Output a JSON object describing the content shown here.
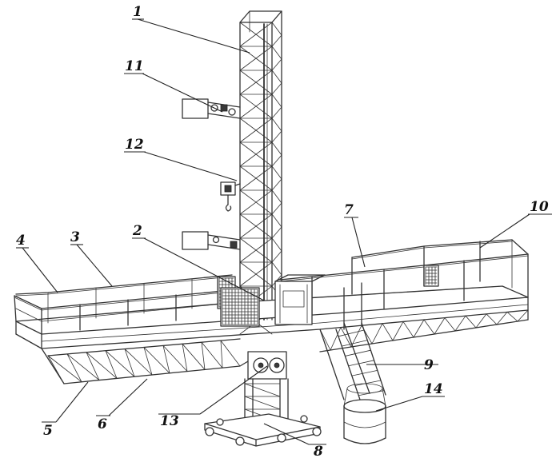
{
  "callouts": [
    {
      "id": "1",
      "label": "1"
    },
    {
      "id": "2",
      "label": "2"
    },
    {
      "id": "3",
      "label": "3"
    },
    {
      "id": "4",
      "label": "4"
    },
    {
      "id": "5",
      "label": "5"
    },
    {
      "id": "6",
      "label": "6"
    },
    {
      "id": "7",
      "label": "7"
    },
    {
      "id": "8",
      "label": "8"
    },
    {
      "id": "9",
      "label": "9"
    },
    {
      "id": "10",
      "label": "10"
    },
    {
      "id": "11",
      "label": "11"
    },
    {
      "id": "12",
      "label": "12"
    },
    {
      "id": "13",
      "label": "13"
    },
    {
      "id": "14",
      "label": "14"
    }
  ],
  "colors": {
    "line": "#333333",
    "text": "#111111",
    "background": "#ffffff"
  }
}
